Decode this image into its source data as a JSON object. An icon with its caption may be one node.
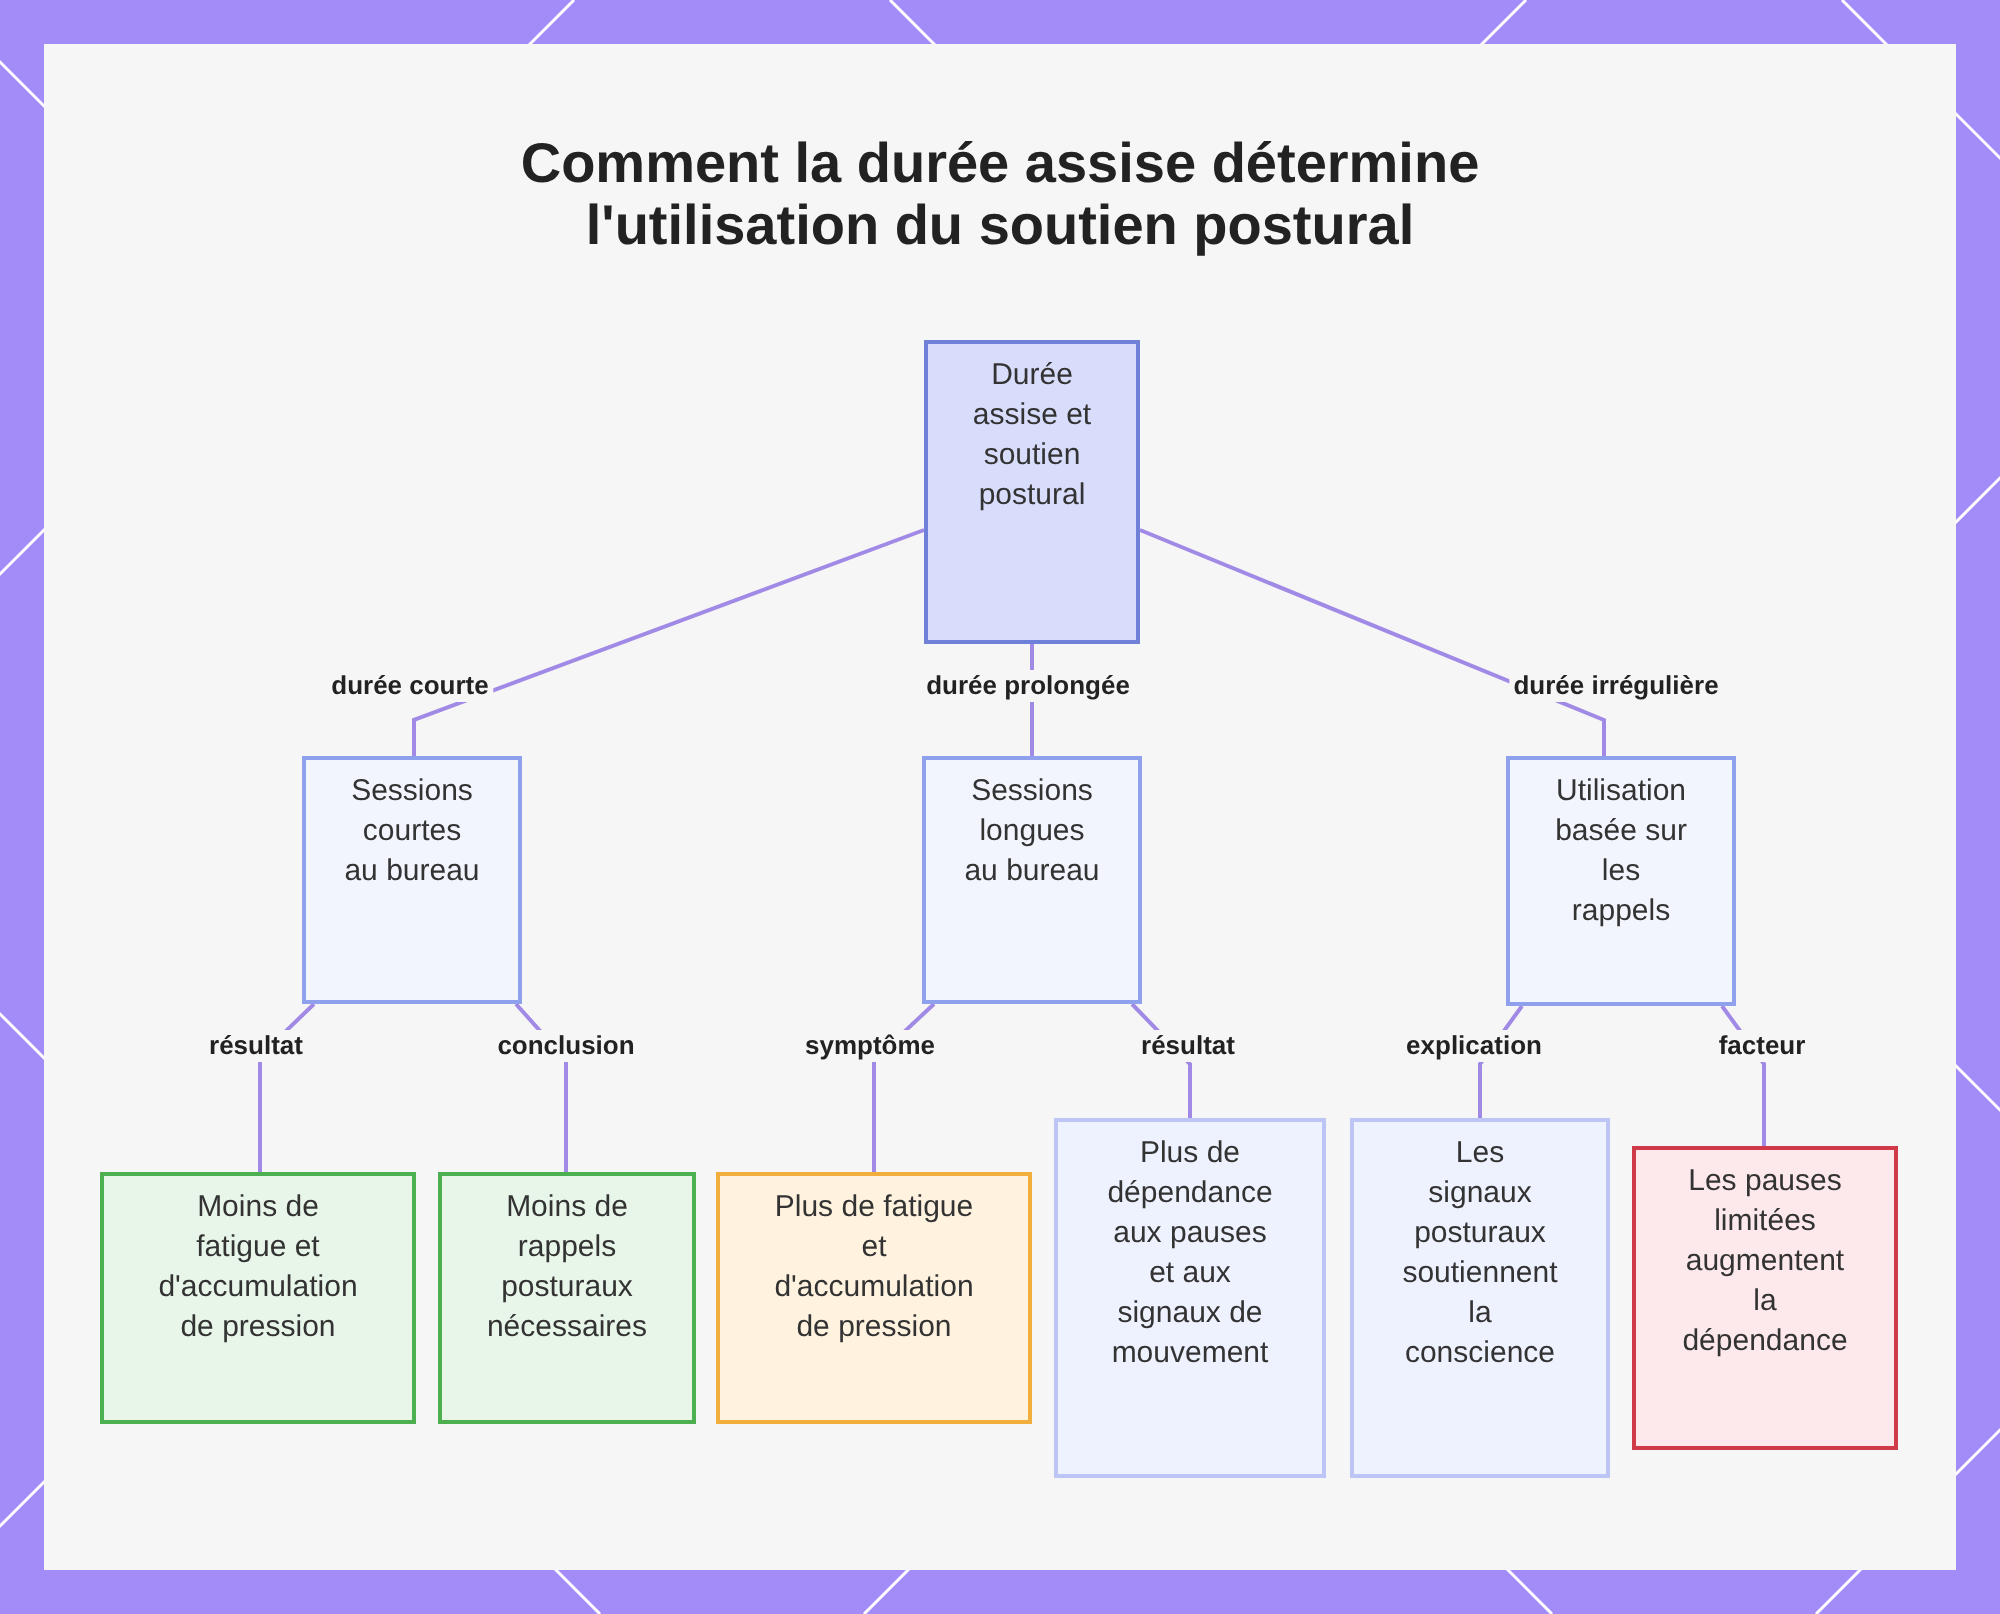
{
  "diagram": {
    "title": "Comment la durée assise détermine l'utilisation du soutien postural",
    "nodes": [
      {
        "text": [
          "Durée assise et soutien postural"
        ]
      },
      {
        "text": [
          "Sessions courtes au bureau"
        ]
      },
      {
        "text": [
          "Sessions longues au bureau"
        ]
      },
      {
        "text": [
          "Utilisation basée sur les rappels"
        ]
      },
      {
        "text": [
          "Moins de fatigue et d'accumulation de pression"
        ]
      },
      {
        "text": [
          "Moins de rappels posturaux nécessaires"
        ]
      },
      {
        "text": [
          "Plus de fatigue et d'accumulation de pression"
        ]
      },
      {
        "text": [
          "Plus de dépendance aux pauses et aux signaux de mouvement"
        ]
      },
      {
        "text": [
          "Les signaux posturaux soutiennent la conscience"
        ]
      },
      {
        "text": [
          "Les pauses limitées augmentent la dépendance"
        ]
      }
    ],
    "edges": [
      {
        "from": 0,
        "to": 1,
        "arrow": "none",
        "label": "durée courte"
      },
      {
        "from": 0,
        "to": 2,
        "arrow": "none",
        "label": "durée prolongée"
      },
      {
        "from": 0,
        "to": 3,
        "arrow": "none",
        "label": "durée irrégulière"
      },
      {
        "from": 1,
        "to": 4,
        "arrow": "none",
        "label": "résultat"
      },
      {
        "from": 1,
        "to": 5,
        "arrow": "none",
        "label": "conclusion"
      },
      {
        "from": 2,
        "to": 6,
        "arrow": "none",
        "label": "symptôme"
      },
      {
        "from": 2,
        "to": 7,
        "arrow": "none",
        "label": "résultat"
      },
      {
        "from": 3,
        "to": 8,
        "arrow": "none",
        "label": "explication"
      },
      {
        "from": 3,
        "to": 9,
        "arrow": "none",
        "label": "facteur"
      }
    ]
  }
}
